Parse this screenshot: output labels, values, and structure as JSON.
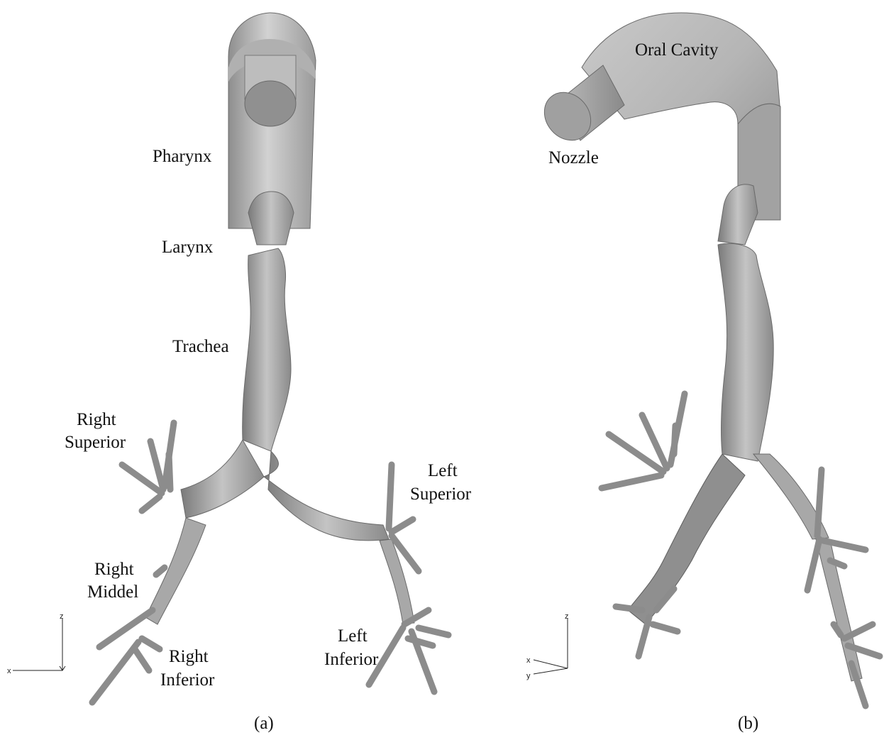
{
  "panel_a": {
    "labels": {
      "pharynx": "Pharynx",
      "larynx": "Larynx",
      "trachea": "Trachea",
      "right_superior_1": "Right",
      "right_superior_2": "Superior",
      "left_superior_1": "Left",
      "left_superior_2": "Superior",
      "right_middle_1": "Right",
      "right_middle_2": "Middel",
      "right_inferior_1": "Right",
      "right_inferior_2": "Inferior",
      "left_inferior_1": "Left",
      "left_inferior_2": "Inferior"
    },
    "axis": {
      "x": "x",
      "z": "z"
    },
    "caption": "(a)"
  },
  "panel_b": {
    "labels": {
      "oral_cavity": "Oral Cavity",
      "nozzle": "Nozzle"
    },
    "axis": {
      "x": "x",
      "y": "y",
      "z": "z"
    },
    "caption": "(b)"
  },
  "colors": {
    "surface_light": "#d6d6d6",
    "surface_mid": "#a6a6a6",
    "surface_dark": "#6e6e6e",
    "text": "#111111"
  }
}
